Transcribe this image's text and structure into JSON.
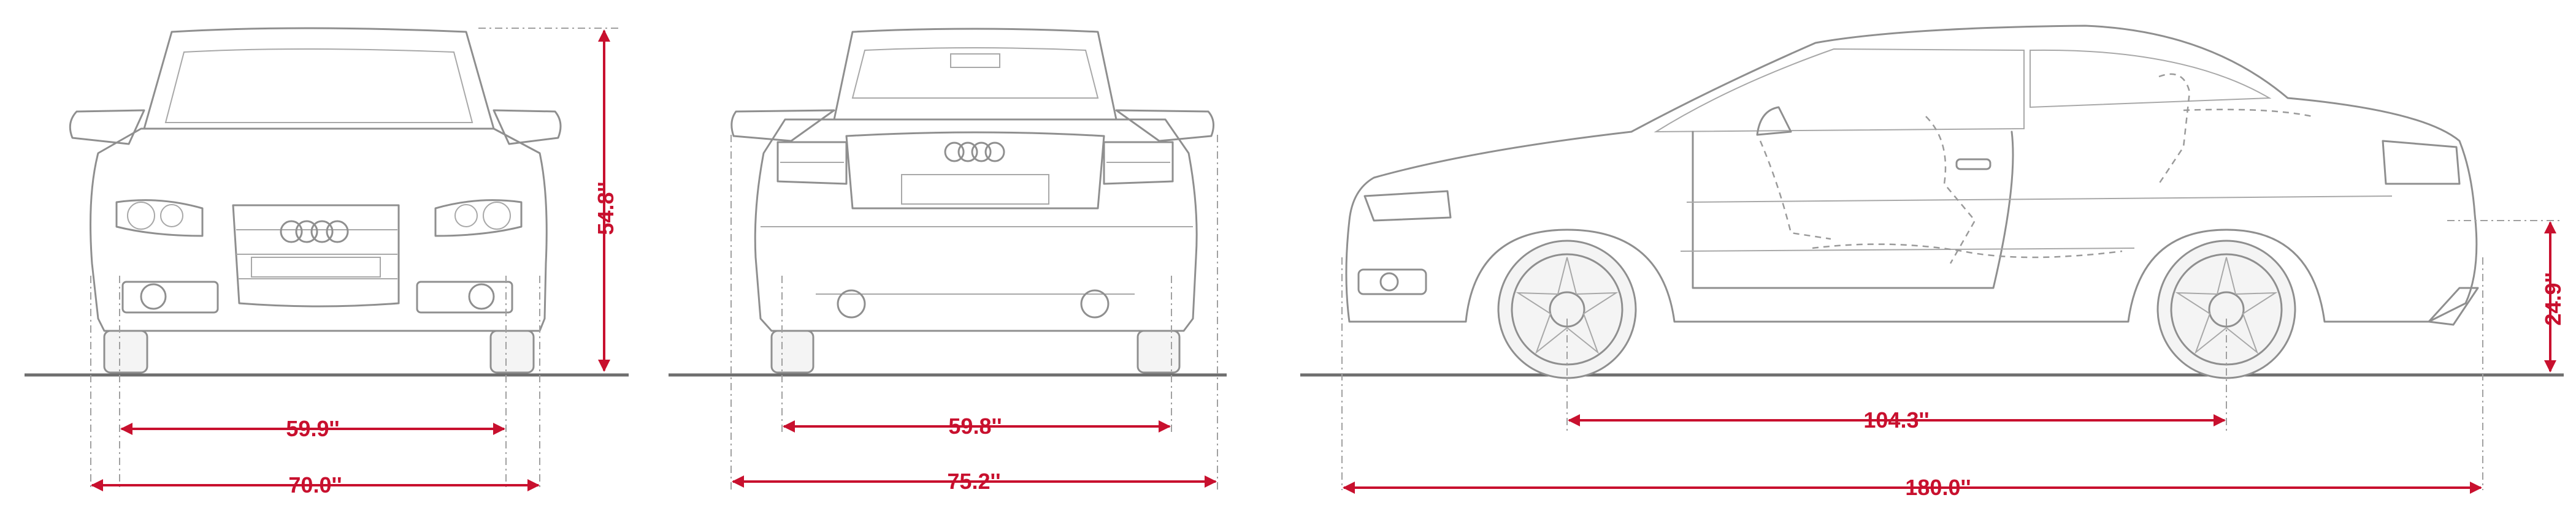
{
  "colors": {
    "dimension": "#c8102e",
    "outline": "#8f8f8f",
    "ground": "#6e6e6e",
    "background": "#ffffff"
  },
  "front_view": {
    "height": "54.8''",
    "track": "59.9''",
    "width": "70.0''"
  },
  "rear_view": {
    "track": "59.8''",
    "width": "75.2''"
  },
  "side_view": {
    "wheelbase": "104.3''",
    "length": "180.0''",
    "rear_height": "24.9''"
  }
}
